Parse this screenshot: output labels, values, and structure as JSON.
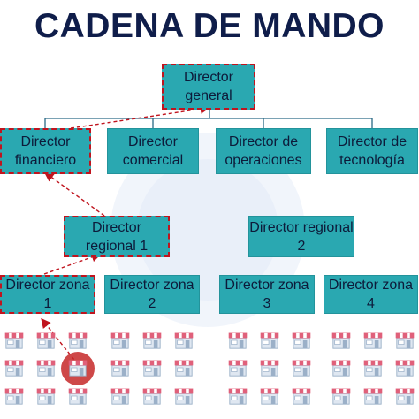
{
  "title": "CADENA DE MANDO",
  "colors": {
    "title": "#0f1d4a",
    "box_fill": "#2aa8b1",
    "highlight_border": "#c0141e",
    "connector": "#2a6a86",
    "store_awning_a": "#e0607a",
    "store_awning_b": "#ffffff",
    "store_body": "#9bb0c8",
    "highlight_circle": "#c62828"
  },
  "nodes": {
    "general": "Director general",
    "financiero": "Director financiero",
    "comercial": "Director comercial",
    "operaciones": "Director de operaciones",
    "tecnologia": "Director de tecnología",
    "regional1": "Director regional 1",
    "regional2": "Director regional 2",
    "zona1": "Director zona 1",
    "zona2": "Director zona 2",
    "zona3": "Director zona 3",
    "zona4": "Director zona 4"
  },
  "store_icon": "store-icon"
}
